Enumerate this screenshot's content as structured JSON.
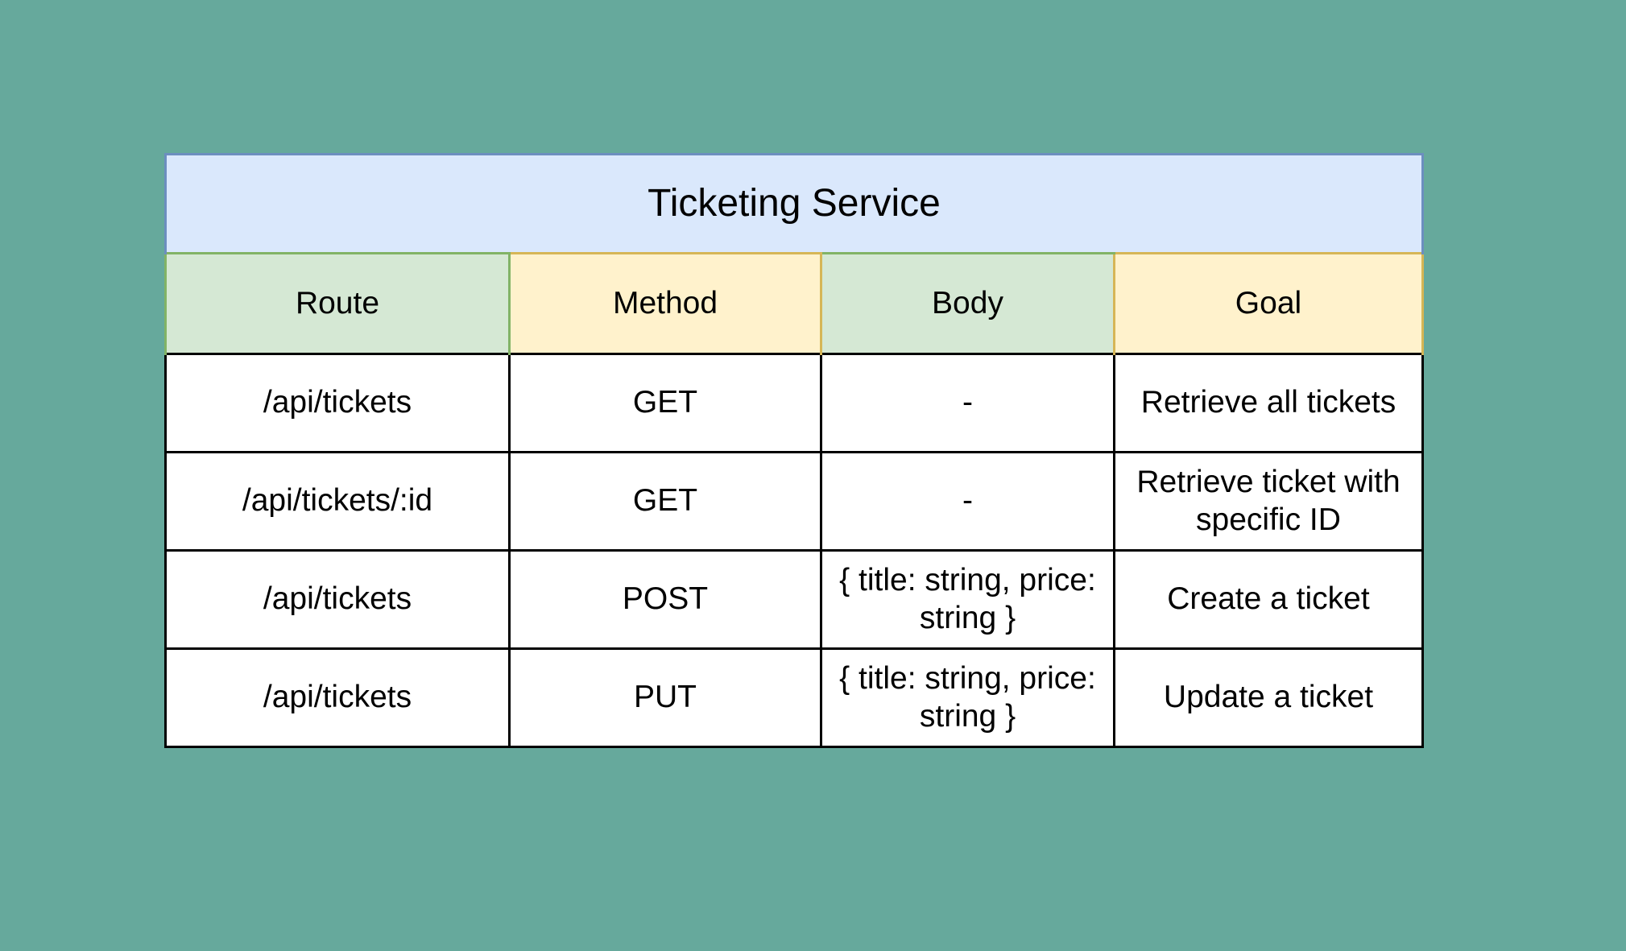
{
  "canvas": {
    "background_color": "#66A99C"
  },
  "table": {
    "title": "Ticketing Service",
    "colors": {
      "title_fill": "#DAE8FC",
      "title_stroke": "#6C8EBF",
      "header_green_fill": "#D5E8D4",
      "header_green_stroke": "#82B366",
      "header_yellow_fill": "#FFF2CC",
      "header_yellow_stroke": "#D6B656",
      "data_cell_fill": "#FFFFFF",
      "data_cell_stroke": "#000000",
      "text": "#000000"
    },
    "columns": [
      {
        "label": "Route"
      },
      {
        "label": "Method"
      },
      {
        "label": "Body"
      },
      {
        "label": "Goal"
      }
    ],
    "rows": [
      {
        "route": "/api/tickets",
        "method": "GET",
        "body": "-",
        "goal": "Retrieve all tickets"
      },
      {
        "route": "/api/tickets/:id",
        "method": "GET",
        "body": "-",
        "goal": "Retrieve ticket with specific ID"
      },
      {
        "route": "/api/tickets",
        "method": "POST",
        "body": "{ title: string, price: string }",
        "goal": "Create a ticket"
      },
      {
        "route": "/api/tickets",
        "method": "PUT",
        "body": "{ title: string, price: string }",
        "goal": "Update a ticket"
      }
    ]
  }
}
